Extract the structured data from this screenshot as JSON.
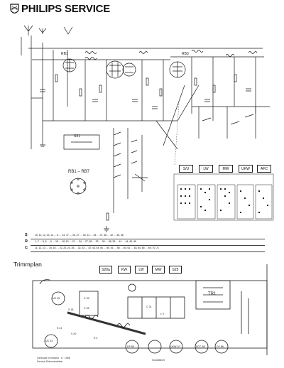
{
  "header": {
    "brand": "PHILIPS SERVICE"
  },
  "labels": {
    "tube_rb1": "RB1",
    "tube_rb3": "RB3",
    "tube_base": "RB1 – RB7",
    "trim_title": "Trimmplan",
    "trafo": "TR1",
    "selector": "S31"
  },
  "button_bank": [
    "S/U",
    "LW",
    "MW",
    "UKW",
    "AFC"
  ],
  "trim_switches": [
    "S20a",
    "KW",
    "LW",
    "MW",
    "S25"
  ],
  "trim_parts": [
    "UC 25",
    "S 18",
    "S 21",
    "C 34",
    "C 35",
    "C 31",
    "L 9",
    "UC 43",
    "UF 89",
    "UKW 10",
    "ECC 85",
    "DY 86",
    "S 20",
    "S 4"
  ],
  "legend": {
    "rows": [
      {
        "key": "S",
        "values": "10, 11, 12, 13, 14 … 8 … 14, 17 … 26, 27 … 30, 31 … 34 … 37, 38 … 42 … 45, 46"
      },
      {
        "key": "R",
        "values": "1, 2 … 5, 6 … 9 … 15 … 18, 19 … 21 … 24 … 27, 28 … 33 … 36 … 38, 39 … 41 … 44, 45, 46"
      },
      {
        "key": "C",
        "values": "11, 12, 13 … 15, 16 … 22, 23, 24, 25 … 32, 33 … 42, 43, 44, 45 … 50, 51 … 55 … 60, 61 … 63, 64, 65 … 69, 70, 71"
      }
    ]
  },
  "footer": {
    "left_line1": "Gedruckt in Holland · 6 · 1958",
    "left_line2": "Service-Dokumentation",
    "right": "Schaltbild 5"
  }
}
